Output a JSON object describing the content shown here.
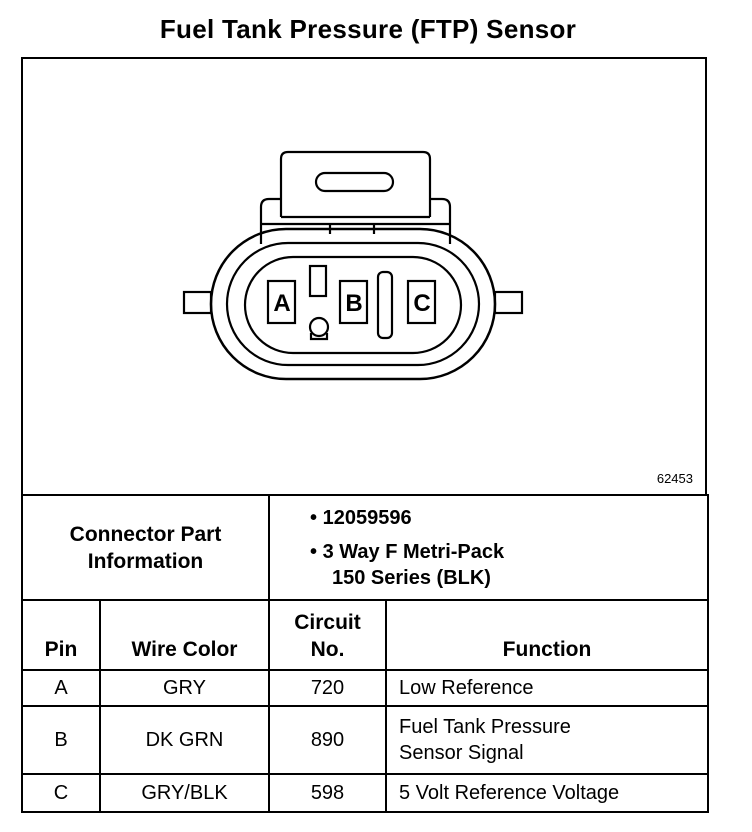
{
  "title": "Fuel Tank Pressure (FTP) Sensor",
  "figure": {
    "number": "62453",
    "pin_labels": [
      "A",
      "B",
      "C"
    ]
  },
  "connector_info": {
    "label_line1": "Connector Part",
    "label_line2": "Information",
    "items": [
      {
        "bullet": "•",
        "line1": "12059596",
        "line2": ""
      },
      {
        "bullet": "•",
        "line1": "3 Way F Metri-Pack",
        "line2": "150 Series (BLK)"
      }
    ]
  },
  "pin_table": {
    "headers": {
      "pin": "Pin",
      "wire_color": "Wire Color",
      "circuit_line1": "Circuit",
      "circuit_line2": "No.",
      "function": "Function"
    },
    "rows": [
      {
        "pin": "A",
        "wire_color": "GRY",
        "circuit": "720",
        "function_line1": "Low Reference",
        "function_line2": ""
      },
      {
        "pin": "B",
        "wire_color": "DK GRN",
        "circuit": "890",
        "function_line1": "Fuel Tank Pressure",
        "function_line2": "Sensor Signal"
      },
      {
        "pin": "C",
        "wire_color": "GRY/BLK",
        "circuit": "598",
        "function_line1": "5 Volt Reference Voltage",
        "function_line2": ""
      }
    ]
  }
}
